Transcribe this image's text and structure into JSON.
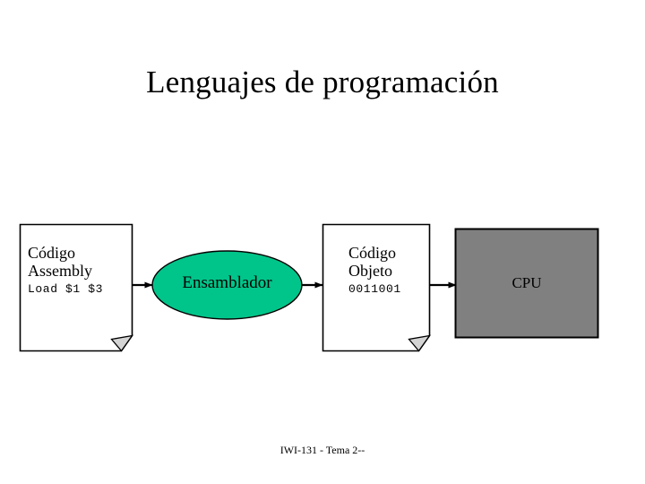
{
  "slide": {
    "title": "Lenguajes de programación",
    "footer": "IWI-131 - Tema 2--"
  },
  "diagram": {
    "type": "flow",
    "direction": "left-to-right",
    "nodes": [
      {
        "id": "assembly-code",
        "shape": "document",
        "title_line1": "Código",
        "title_line2": "Assembly",
        "code": "Load $1 $3",
        "fill": "#FFFFFF",
        "stroke": "#000000",
        "fold_fill": "#D4D4D4"
      },
      {
        "id": "assembler",
        "shape": "ellipse",
        "label": "Ensamblador",
        "fill": "#00C58A",
        "stroke": "#000000"
      },
      {
        "id": "object-code",
        "shape": "document",
        "title_line1": "Código",
        "title_line2": "Objeto",
        "code": "0011001",
        "fill": "#FFFFFF",
        "stroke": "#000000",
        "fold_fill": "#D4D4D4"
      },
      {
        "id": "cpu",
        "shape": "rectangle",
        "label": "CPU",
        "fill": "#808080",
        "stroke": "#000000"
      }
    ],
    "connectors": [
      {
        "id": "arrow-assembly-to-assembler",
        "from": "assembly-code",
        "to": "assembler",
        "style": "arrow",
        "color": "#000000"
      },
      {
        "id": "arrow-assembler-to-object",
        "from": "assembler",
        "to": "object-code",
        "style": "arrow",
        "color": "#000000"
      },
      {
        "id": "arrow-object-to-cpu",
        "from": "object-code",
        "to": "cpu",
        "style": "arrow",
        "color": "#000000"
      }
    ]
  }
}
